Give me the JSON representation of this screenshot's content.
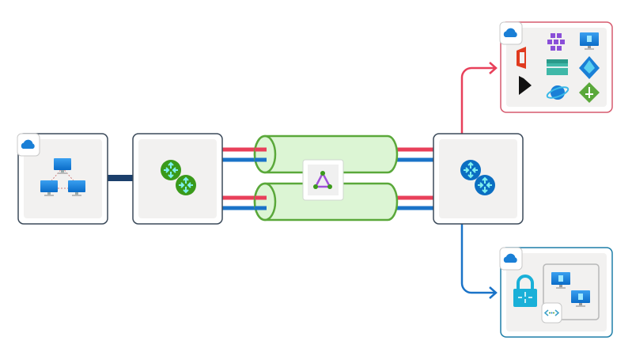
{
  "diagram": {
    "colors": {
      "node_border": "#3b4a5a",
      "node_fill": "#f2f1f0",
      "link_dark": "#1b3f6b",
      "path_red": "#e8405a",
      "path_blue": "#1a73c8",
      "tunnel_border": "#5aa83a",
      "tunnel_fill": "#dcf5d4",
      "cloud_target_border": "#d65a6e",
      "vnet_target_border": "#1f7fa8",
      "router_green": "#3a9a1a",
      "router_blue": "#0b6ec2"
    },
    "nodes": [
      {
        "id": "on-premises-network",
        "icons": [
          "cloud-icon",
          "network-computers-icon"
        ]
      },
      {
        "id": "customer-edge-router",
        "icons": [
          "router-icon"
        ]
      },
      {
        "id": "expressroute-circuit",
        "icons": [
          "expressroute-icon"
        ]
      },
      {
        "id": "microsoft-edge-router",
        "icons": [
          "router-icon"
        ]
      },
      {
        "id": "microsoft-cloud-services",
        "icons": [
          "cloud-icon",
          "office-365-icon",
          "dynamics-icon",
          "kubernetes-icon",
          "storage-icon",
          "cosmos-db-icon",
          "virtual-machine-icon",
          "active-directory-icon",
          "app-gateway-icon"
        ]
      },
      {
        "id": "virtual-network",
        "icons": [
          "cloud-icon",
          "vpn-gateway-icon",
          "virtual-machine-icon",
          "virtual-machine-icon",
          "vnet-icon"
        ]
      }
    ]
  }
}
